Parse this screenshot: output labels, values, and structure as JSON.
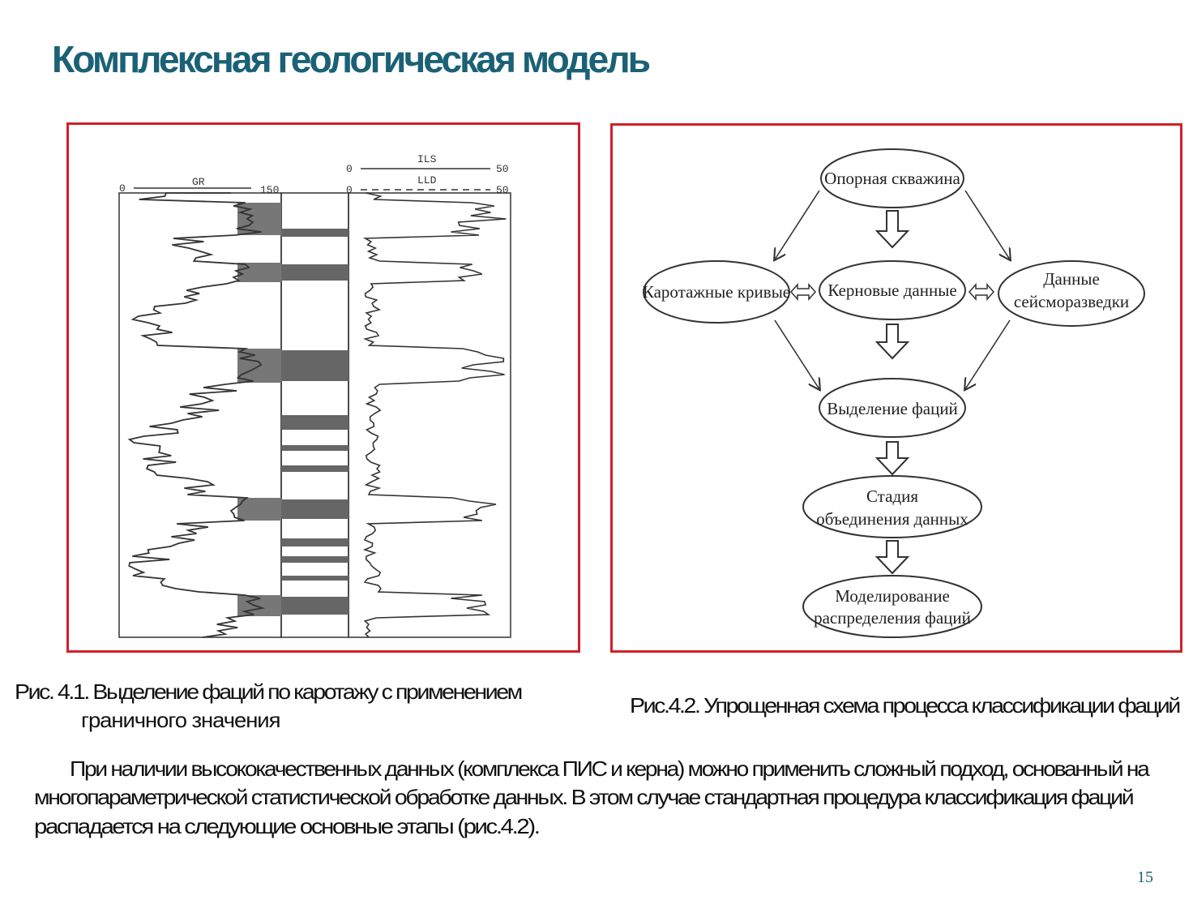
{
  "title": "Комплексная геологическая модель",
  "figure1": {
    "gr_label": "GR",
    "gr_min": "0",
    "gr_max": "150",
    "ils_label": "ILS",
    "ils_min": "0",
    "ils_max": "50",
    "lld_label": "LLD",
    "lld_min": "0",
    "lld_max": "50",
    "caption_line1": "Рис. 4.1. Выделение фаций по каротажу с применением",
    "caption_line2": "граничного значения"
  },
  "figure2": {
    "nodes": {
      "reference_well": "Опорная скважина",
      "log_curves": "Каротажные кривые",
      "core_data": "Керновые данные",
      "seismic_1": "Данные",
      "seismic_2": "сейсморазведки",
      "facies": "Выделение фаций",
      "stage_1": "Стадия",
      "stage_2": "объединения данных",
      "model_1": "Моделирование",
      "model_2": "распределения фаций"
    },
    "caption": "Рис.4.2. Упрощенная схема процесса классификации фаций"
  },
  "paragraph": {
    "line1": "При наличии высококачественных данных (комплекса ПИС и керна) можно применить сложный подход, основанный на",
    "line2": "многопараметрической статистической обработке данных. В этом случае стандартная  процедура классификация фаций",
    "line3": "распадается на следующие основные этапы (рис.4.2)."
  },
  "page_number": "15",
  "colors": {
    "title": "#1b6176",
    "frame": "#d0202a"
  }
}
